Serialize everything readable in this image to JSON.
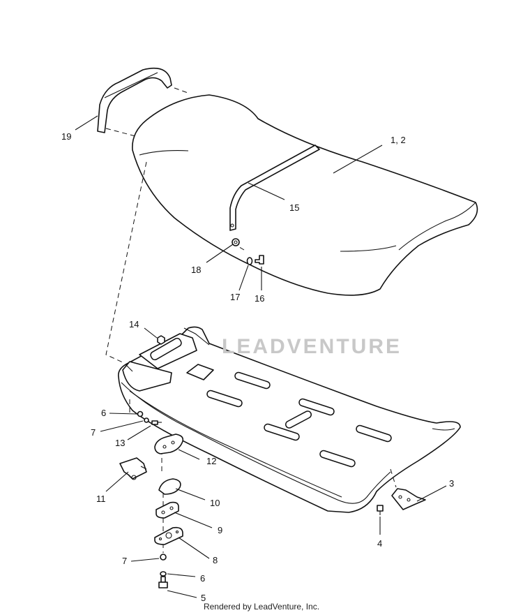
{
  "watermark": "LEADVENTURE",
  "credit": "Rendered by LeadVenture, Inc.",
  "callouts": {
    "c19": "19",
    "c1_2": "1, 2",
    "c15": "15",
    "c18": "18",
    "c17": "17",
    "c16": "16",
    "c14": "14",
    "c6a": "6",
    "c7a": "7",
    "c13": "13",
    "c12": "12",
    "c11": "11",
    "c10": "10",
    "c9": "9",
    "c8": "8",
    "c7b": "7",
    "c6b": "6",
    "c5": "5",
    "c3": "3",
    "c4": "4"
  }
}
